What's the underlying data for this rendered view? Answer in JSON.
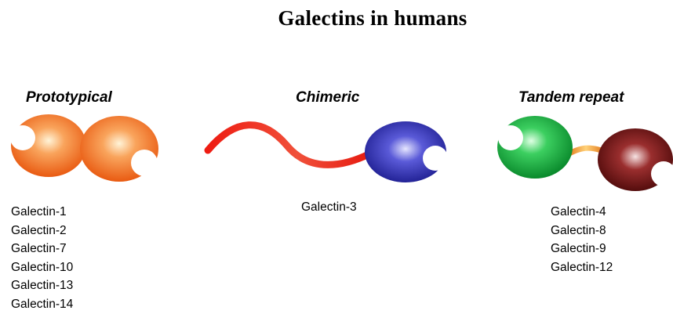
{
  "title": "Galectins in humans",
  "categories": [
    {
      "label": "Prototypical",
      "members": [
        "Galectin-1",
        "Galectin-2",
        "Galectin-7",
        "Galectin-10",
        "Galectin-13",
        "Galectin-14"
      ]
    },
    {
      "label": "Chimeric",
      "members": [
        "Galectin-3"
      ]
    },
    {
      "label": "Tandem repeat",
      "members": [
        "Galectin-4",
        "Galectin-8",
        "Galectin-9",
        "Galectin-12"
      ]
    }
  ],
  "colors": {
    "prototypical_domain": "#f26a1b",
    "chimeric_tail": "#e8201a",
    "chimeric_domain": "#1e1e9c",
    "tandem_domain_1": "#16a23a",
    "tandem_linker": "#f08a18",
    "tandem_domain_2": "#6e1212"
  }
}
